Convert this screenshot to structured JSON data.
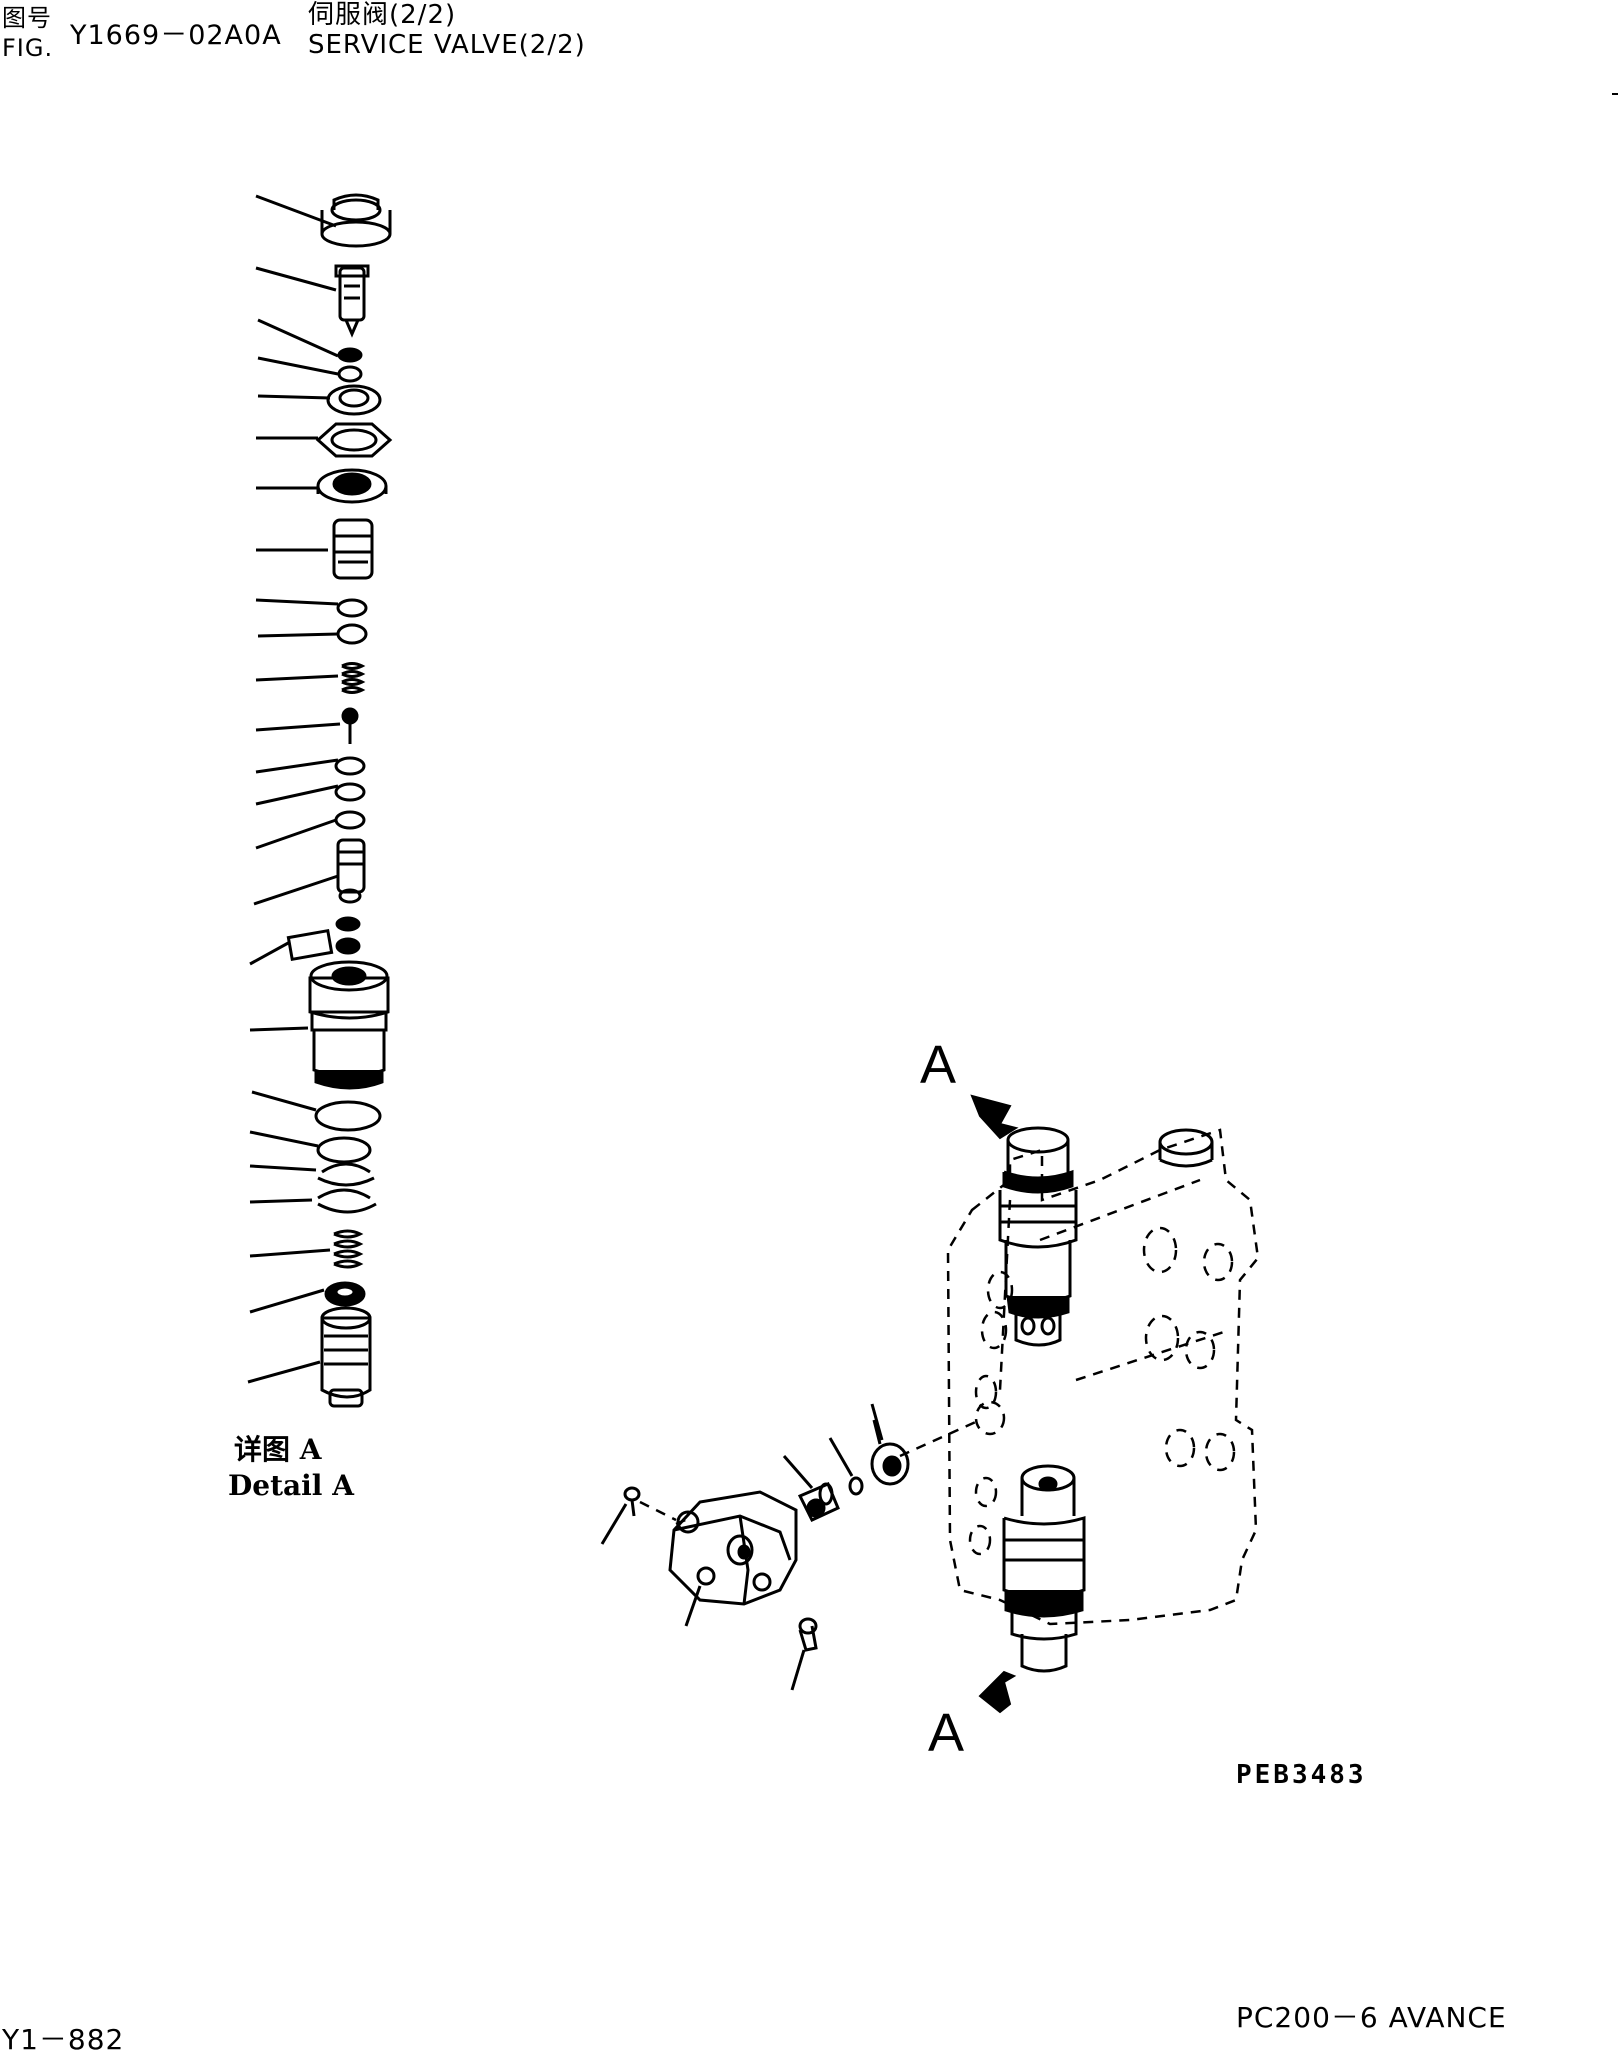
{
  "header": {
    "fig_label_cn": "图号",
    "fig_label_en": "FIG.",
    "fig_number": "Y1669－02A0A",
    "title_cn": "伺服阀(2/2)",
    "title_en": "SERVICE VALVE(2/2)"
  },
  "detail": {
    "label_cn": "详图 A",
    "label_en": "Detail A"
  },
  "callouts": {
    "top_arrow": "A",
    "bottom_arrow": "A"
  },
  "drawing_code": "PEB3483",
  "footer": {
    "page": "Y1－882",
    "model": "PC200－6 AVANCE"
  },
  "icons": [
    "exploded-valve-stack",
    "control-valve-body",
    "cover-block",
    "arrow-a-icon"
  ]
}
